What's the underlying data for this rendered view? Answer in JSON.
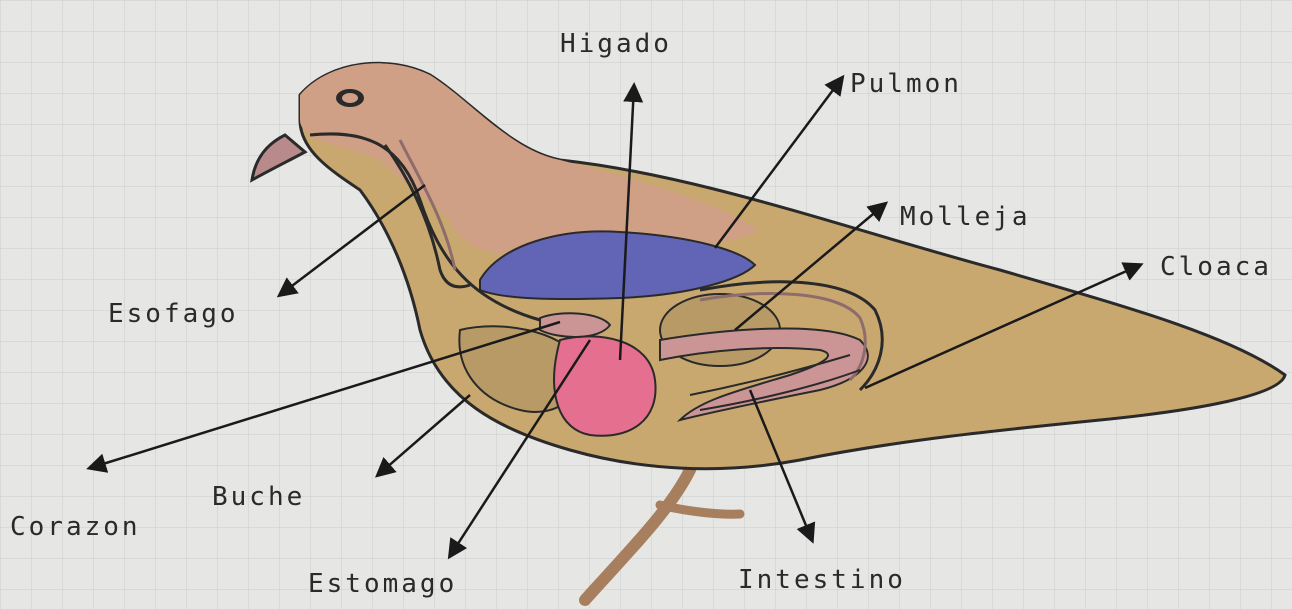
{
  "diagram": {
    "labels": {
      "higado": "Higado",
      "pulmon": "Pulmon",
      "molleja": "Molleja",
      "cloaca": "Cloaca",
      "esofago": "Esofago",
      "buche": "Buche",
      "corazon": "Corazon",
      "estomago": "Estomago",
      "intestino": "Intestino"
    },
    "colors": {
      "paper": "#e6e7e4",
      "grid": "#c9ccce",
      "body": "#c9a870",
      "head": "#cf9f86",
      "lung": "#6265b6",
      "heart": "#e46f8e",
      "gizzard": "#b89a66",
      "intestine": "#cb9596",
      "outline": "#2a2a2a"
    }
  }
}
